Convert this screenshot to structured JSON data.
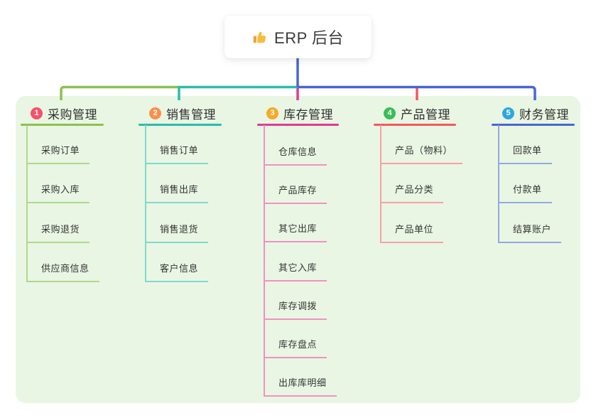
{
  "root": {
    "title": "ERP 后台",
    "icon": "thumbs-up-icon"
  },
  "colors": {
    "panel_bg": "#E9F6E3",
    "stem_blue": "#4A65D3",
    "text_dark": "#303030"
  },
  "branches": [
    {
      "number": "1",
      "title": "采购管理",
      "badge_color": "#F4516C",
      "line_color": "#8CC152",
      "light_color": "#AFD98A",
      "children": [
        "采购订单",
        "采购入库",
        "采购退货",
        "供应商信息"
      ]
    },
    {
      "number": "2",
      "title": "销售管理",
      "badge_color": "#FA8F4D",
      "line_color": "#2BBCAC",
      "light_color": "#7EDAD0",
      "children": [
        "销售订单",
        "销售出库",
        "销售退货",
        "客户信息"
      ]
    },
    {
      "number": "3",
      "title": "库存管理",
      "badge_color": "#F7A928",
      "line_color": "#E13A92",
      "light_color": "#F092C3",
      "children": [
        "仓库信息",
        "产品库存",
        "其它出库",
        "其它入库",
        "库存调拨",
        "库存盘点",
        "出库库明细"
      ]
    },
    {
      "number": "4",
      "title": "产品管理",
      "badge_color": "#3ABD58",
      "line_color": "#F4585C",
      "light_color": "#F9A0A3",
      "children": [
        "产品（物料）",
        "产品分类",
        "产品单位"
      ]
    },
    {
      "number": "5",
      "title": "财务管理",
      "badge_color": "#2EA7E0",
      "line_color": "#4A65D3",
      "light_color": "#93A9E2",
      "children": [
        "回款单",
        "付款单",
        "结算账户"
      ]
    }
  ]
}
